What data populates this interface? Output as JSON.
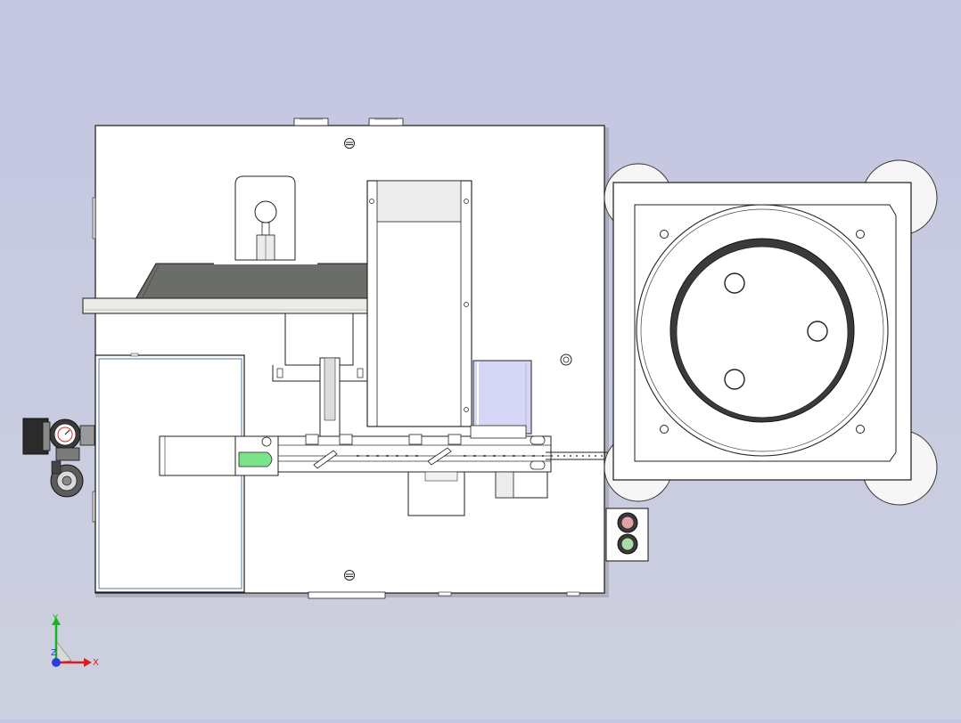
{
  "viewport": {
    "background_top": "#c4c6e2",
    "background_bottom": "#cdd0de"
  },
  "model": {
    "part_fill": "#ffffff",
    "edge_color": "#1a1a1a",
    "hopper_fill": "#6b6d69",
    "transparent_blue": "#d6d6f7",
    "accent_green": "#7be38a"
  },
  "control_panel": {
    "buttons": [
      {
        "name": "stop-button",
        "color": "#e2a3a3"
      },
      {
        "name": "start-button",
        "color": "#a7dca7"
      }
    ]
  },
  "triad": {
    "x_label": "X",
    "y_label": "Y",
    "z_label": "Z",
    "x_color": "#e01919",
    "y_color": "#18b41c",
    "z_color": "#2a3ee0"
  }
}
